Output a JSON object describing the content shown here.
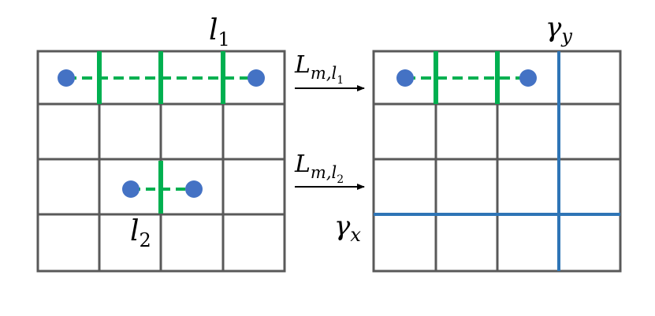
{
  "labels": {
    "l1": {
      "base": "l",
      "sub": "1"
    },
    "l2": {
      "base": "l",
      "sub": "2"
    },
    "arrow1": {
      "base": "L",
      "sub": "m,l",
      "subsub": "1"
    },
    "arrow2": {
      "base": "L",
      "sub": "m,l",
      "subsub": "2"
    },
    "gamma_y": {
      "base": "γ",
      "sub": "y"
    },
    "gamma_x": {
      "base": "γ",
      "sub": "x"
    }
  },
  "colors": {
    "grid": "#595959",
    "green": "#00b050",
    "blue": "#4472c4",
    "arrow": "#000000"
  }
}
